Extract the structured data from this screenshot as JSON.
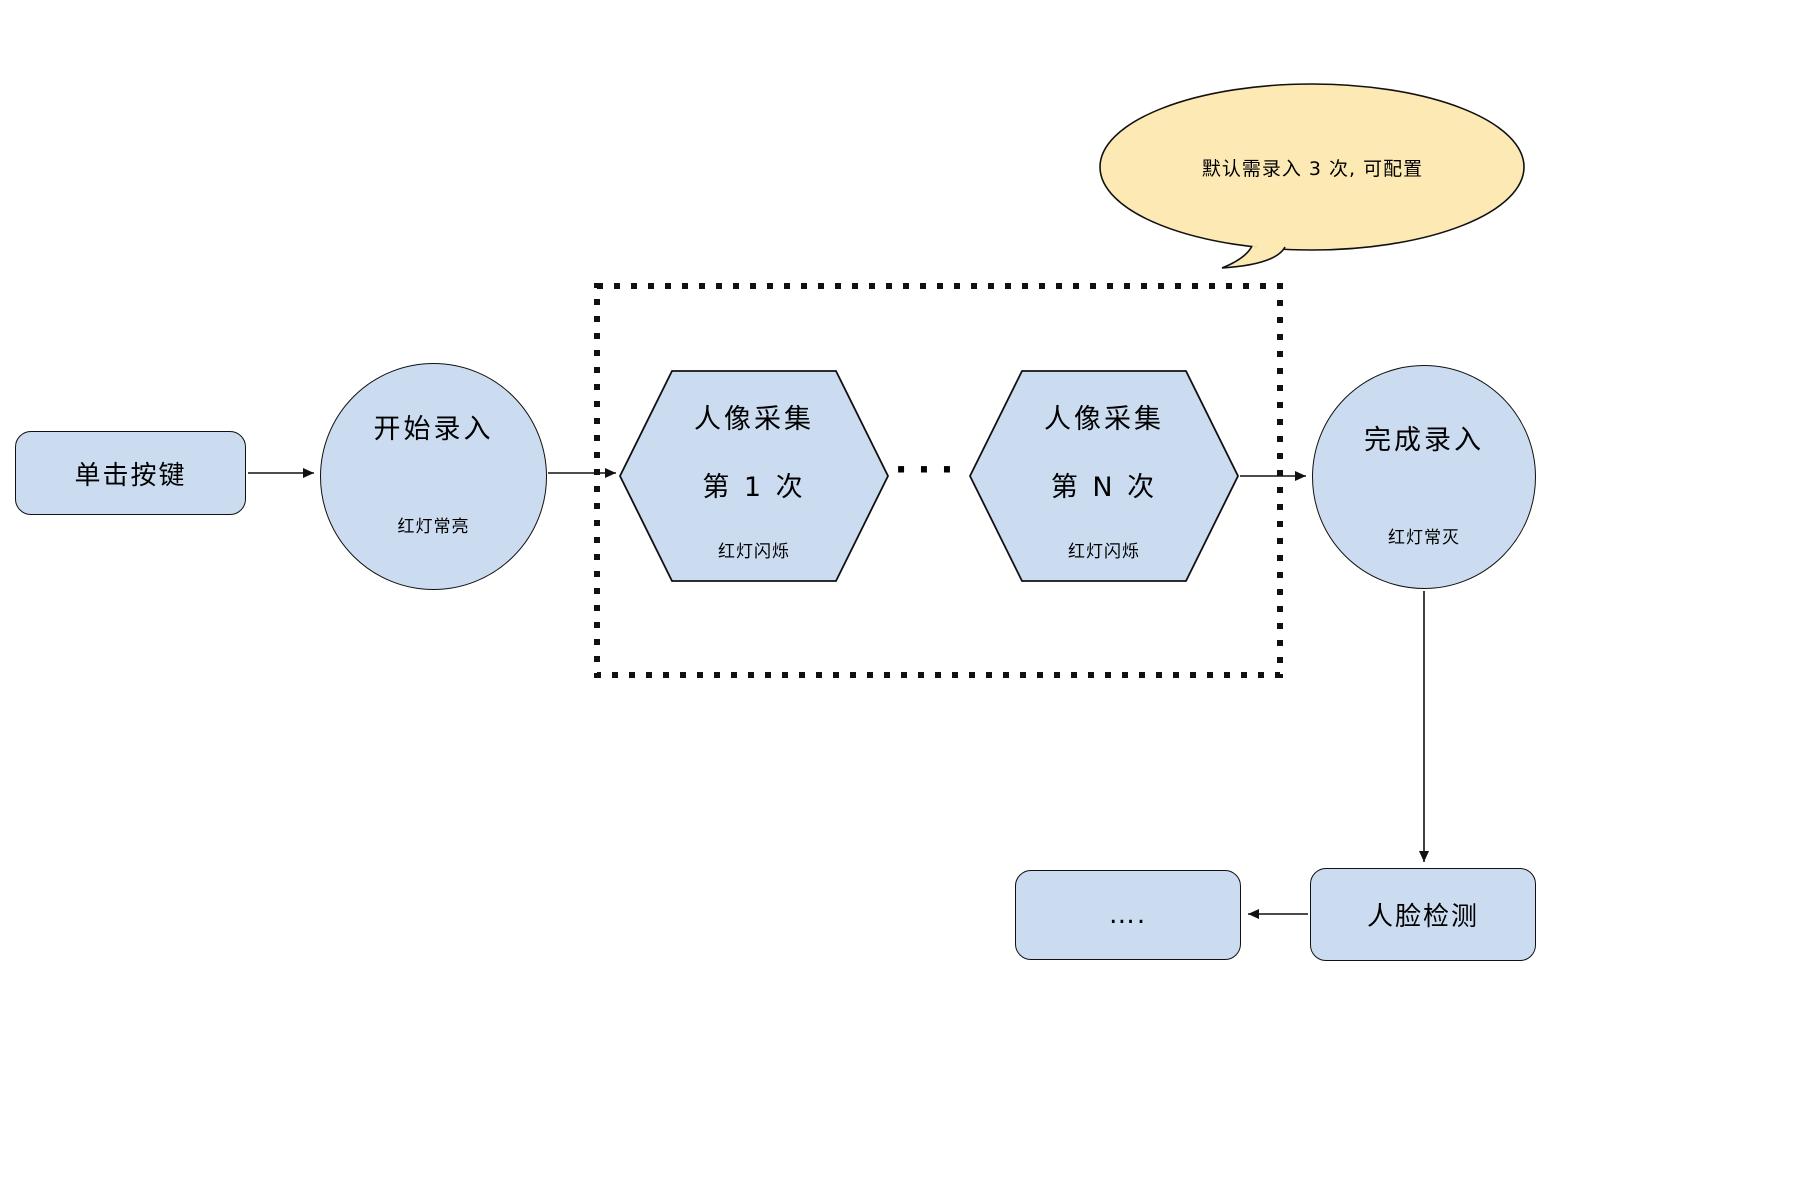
{
  "colors": {
    "node_fill": "#cbdcf0",
    "node_stroke": "#111111",
    "bubble_fill": "#fce9b3",
    "background": "#ffffff"
  },
  "nodes": {
    "click_button": {
      "label": "单击按键"
    },
    "start_record": {
      "title": "开始录入",
      "subtitle": "红灯常亮"
    },
    "capture_first": {
      "title": "人像采集",
      "line2": "第 1 次",
      "subtitle": "红灯闪烁"
    },
    "capture_nth": {
      "title": "人像采集",
      "line2": "第 N 次",
      "subtitle": "红灯闪烁"
    },
    "finish_record": {
      "title": "完成录入",
      "subtitle": "红灯常灭"
    },
    "face_detect": {
      "label": "人脸检测"
    },
    "continuation": {
      "label": "…."
    },
    "separator_dots": "···"
  },
  "annotation": {
    "bubble_text": "默认需录入 3 次, 可配置"
  }
}
